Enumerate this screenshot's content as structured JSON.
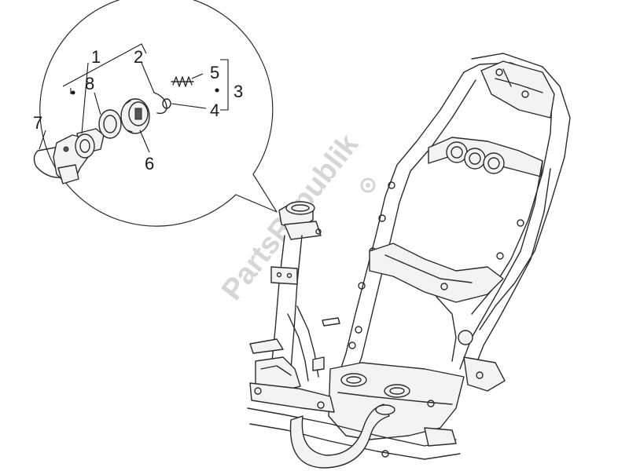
{
  "diagram": {
    "callouts": {
      "c1": "1",
      "c2": "2",
      "c3": "3",
      "c4": "4",
      "c5": "5",
      "c6": "6",
      "c7": "7",
      "c8": "8"
    },
    "watermark": "PartsRepublik",
    "colors": {
      "line": "#2b2b2b",
      "watermark": "#d6d6d6",
      "background": "#ffffff"
    }
  }
}
